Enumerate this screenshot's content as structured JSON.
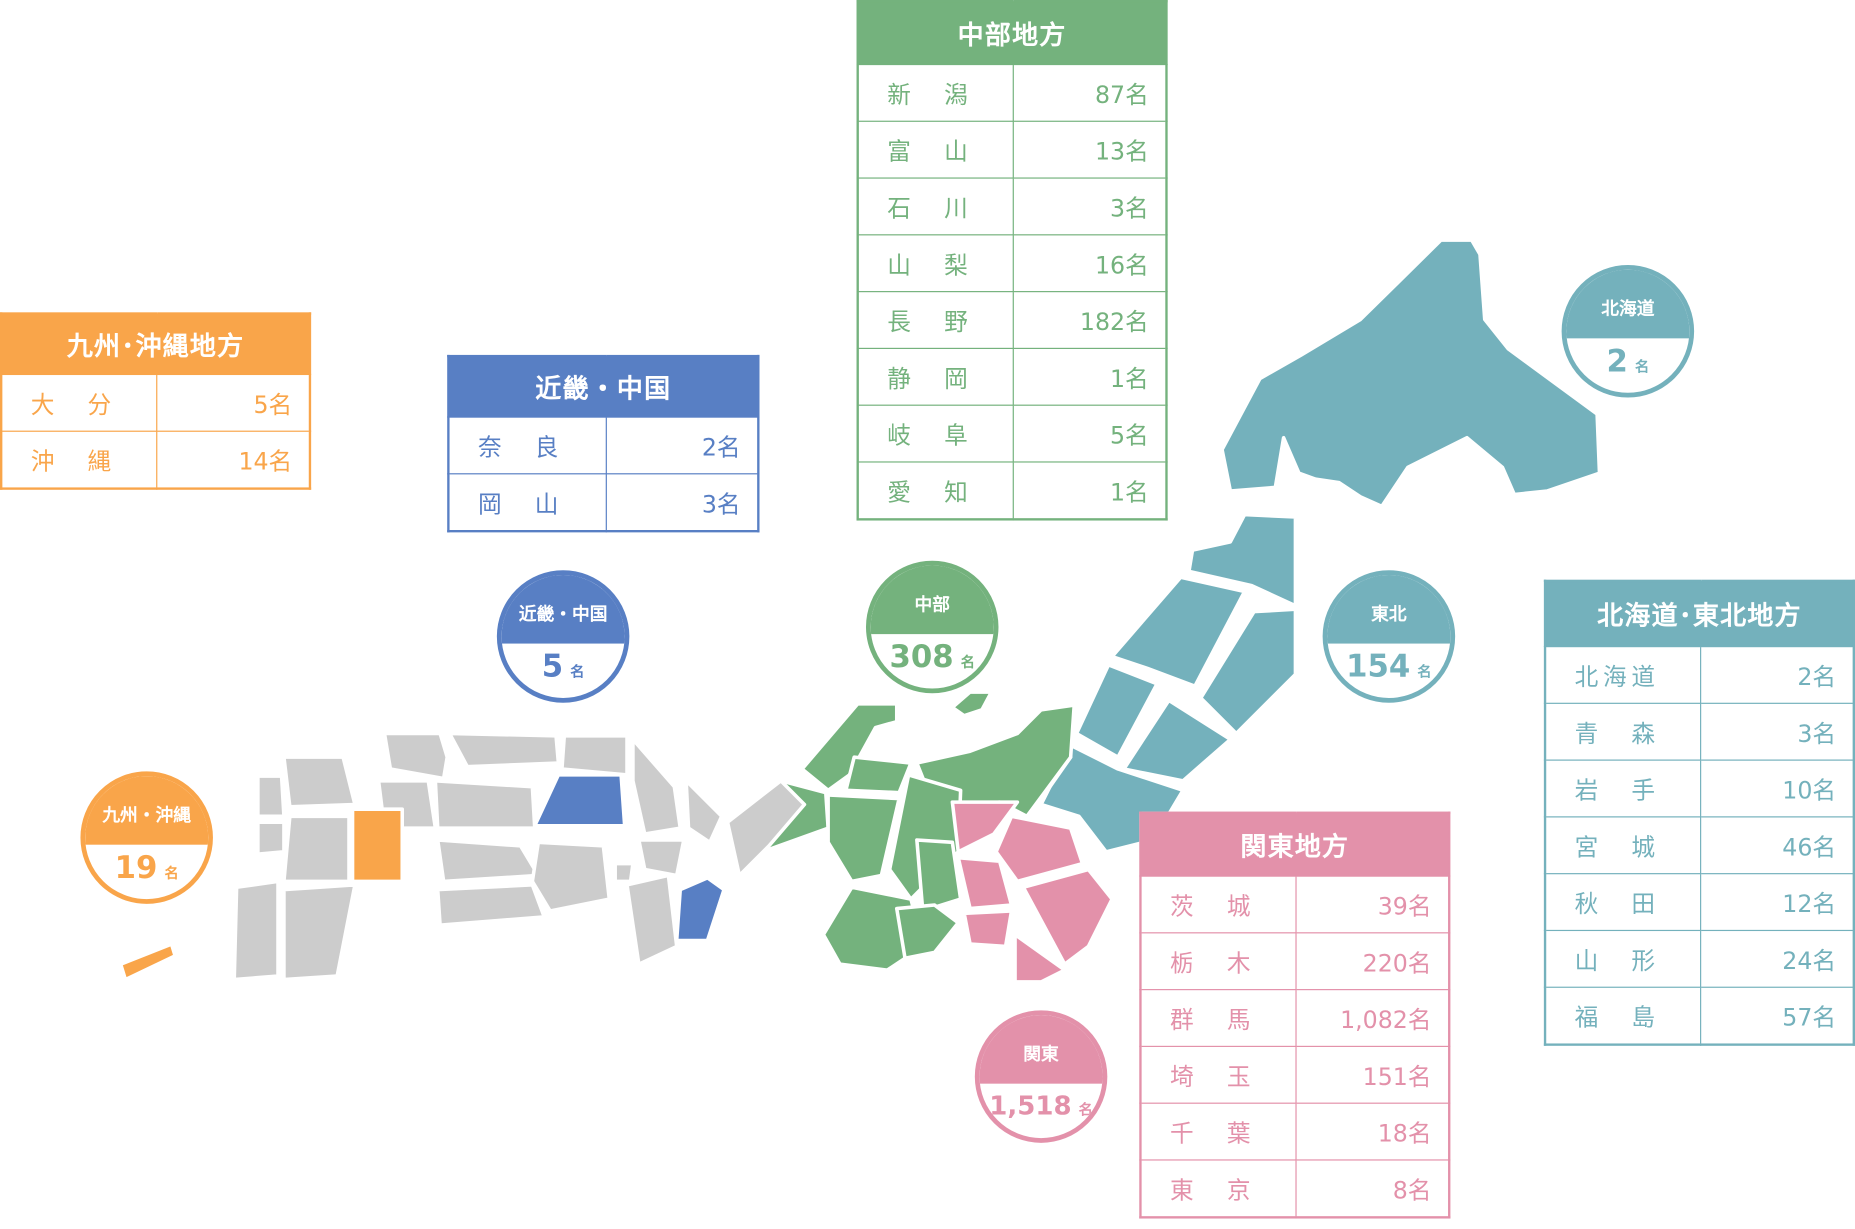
{
  "tables": {
    "kyushu": {
      "title": "九州･沖縄地方",
      "rows": [
        {
          "pref": "大　分",
          "count": "5名"
        },
        {
          "pref": "沖　縄",
          "count": "14名"
        }
      ]
    },
    "kinki": {
      "title": "近畿・中国",
      "rows": [
        {
          "pref": "奈　良",
          "count": "2名"
        },
        {
          "pref": "岡　山",
          "count": "3名"
        }
      ]
    },
    "chubu": {
      "title": "中部地方",
      "rows": [
        {
          "pref": "新　潟",
          "count": "87名"
        },
        {
          "pref": "富　山",
          "count": "13名"
        },
        {
          "pref": "石　川",
          "count": "3名"
        },
        {
          "pref": "山　梨",
          "count": "16名"
        },
        {
          "pref": "長　野",
          "count": "182名"
        },
        {
          "pref": "静　岡",
          "count": "1名"
        },
        {
          "pref": "岐　阜",
          "count": "5名"
        },
        {
          "pref": "愛　知",
          "count": "1名"
        }
      ]
    },
    "kanto": {
      "title": "関東地方",
      "rows": [
        {
          "pref": "茨　城",
          "count": "39名"
        },
        {
          "pref": "栃　木",
          "count": "220名"
        },
        {
          "pref": "群　馬",
          "count": "1,082名"
        },
        {
          "pref": "埼　玉",
          "count": "151名"
        },
        {
          "pref": "千　葉",
          "count": "18名"
        },
        {
          "pref": "東　京",
          "count": "8名"
        }
      ]
    },
    "tohoku": {
      "title": "北海道･東北地方",
      "rows": [
        {
          "pref": "北海道",
          "count": "2名"
        },
        {
          "pref": "青　森",
          "count": "3名"
        },
        {
          "pref": "岩　手",
          "count": "10名"
        },
        {
          "pref": "宮　城",
          "count": "46名"
        },
        {
          "pref": "秋　田",
          "count": "12名"
        },
        {
          "pref": "山　形",
          "count": "24名"
        },
        {
          "pref": "福　島",
          "count": "57名"
        }
      ]
    }
  },
  "badges": {
    "kyushu": {
      "label": "九州・沖縄",
      "number": "19",
      "unit": "名"
    },
    "kinki": {
      "label": "近畿・中国",
      "number": "5",
      "unit": "名"
    },
    "chubu": {
      "label": "中部",
      "number": "308",
      "unit": "名"
    },
    "kanto": {
      "label": "関東",
      "number": "1,518",
      "unit": "名"
    },
    "tohoku": {
      "label": "東北",
      "number": "154",
      "unit": "名"
    },
    "hokkaido": {
      "label": "北海道",
      "number": "2",
      "unit": "名"
    }
  },
  "colors": {
    "kyushu": "#f9a54a",
    "kinki": "#587fc4",
    "chubu": "#74b27d",
    "kanto": "#e391aa",
    "tohoku": "#74b1bc",
    "gray": "#cccccc"
  }
}
